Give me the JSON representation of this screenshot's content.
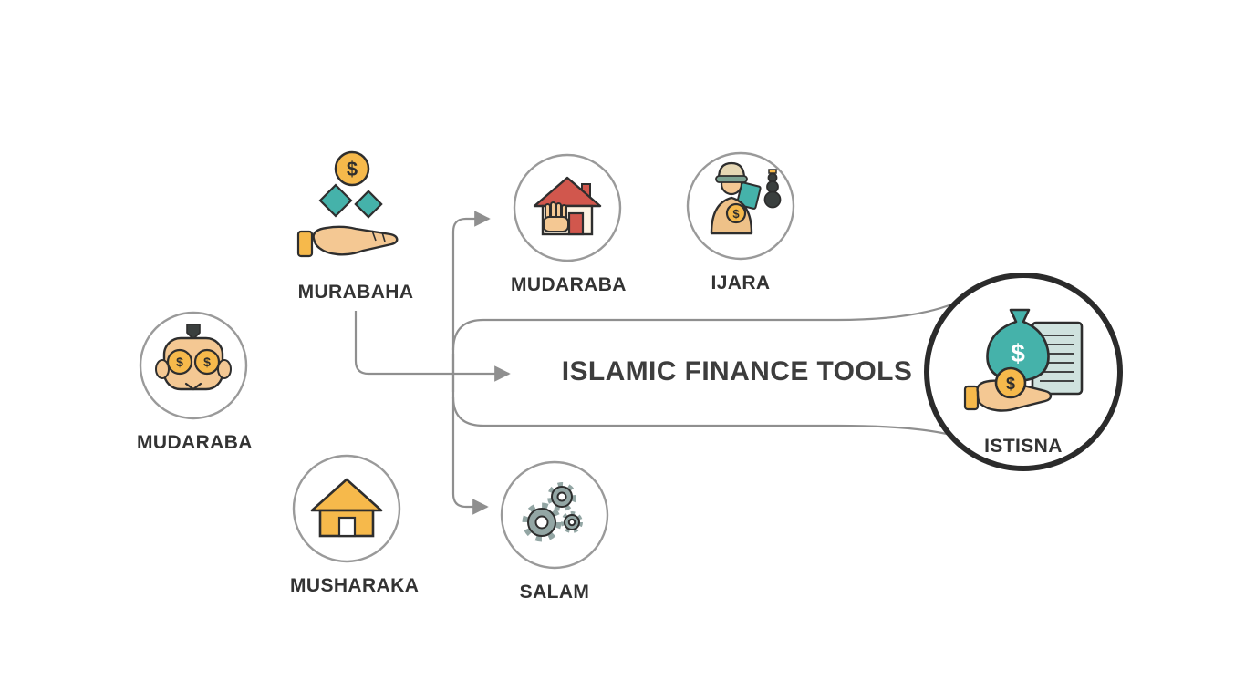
{
  "title": "ISLAMIC FINANCE TOOLS",
  "currency": "$",
  "nodes": {
    "murabaha": {
      "label": "MURABAHA"
    },
    "mudaraba_top": {
      "label": "MUDARABA"
    },
    "ijara": {
      "label": "IJARA"
    },
    "mudaraba_left": {
      "label": "MUDARABA"
    },
    "musharaka": {
      "label": "MUSHARAKA"
    },
    "salam": {
      "label": "SALAM"
    },
    "istisna": {
      "label": "ISTISNA"
    }
  },
  "colors": {
    "teal": "#45b2aa",
    "gold": "#f6b94b",
    "skin": "#f4c893",
    "red": "#d1574d",
    "cream": "#fdf3e2",
    "doc": "#cfe2de",
    "gear": "#93a6a4",
    "hat": "#e6d7b4",
    "hatband": "#7ba292",
    "dark": "#3a3f3e",
    "line": "#8f8f8f",
    "ring": "#9a9a9a",
    "outline": "#2e2e2e",
    "big_ring": "#2b2b2b",
    "text": "#333333",
    "title_text": "#3d3d3d"
  }
}
